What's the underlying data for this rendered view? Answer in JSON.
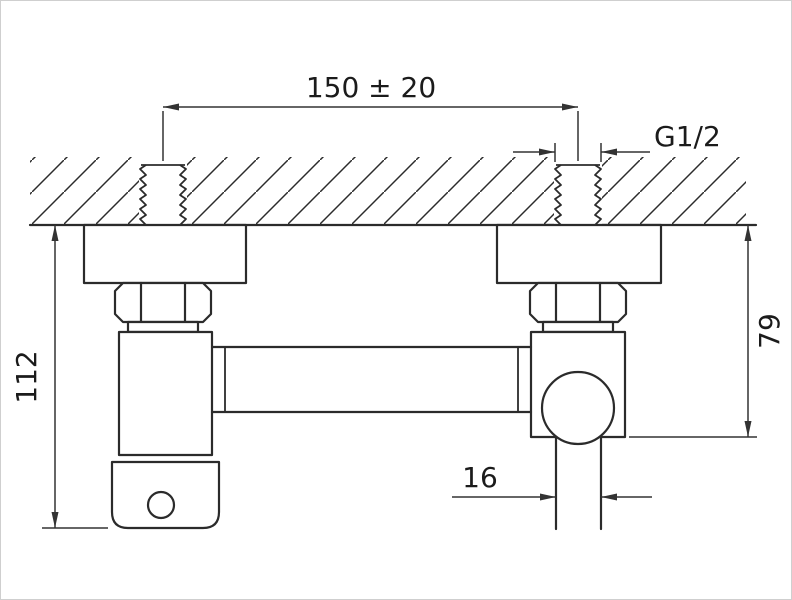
{
  "page": {
    "background": "#ffffff",
    "frame_color": "#cfcfcf",
    "line_color": "#2b2b2b",
    "dimension_line_color": "#333333",
    "text_color": "#1b1b1b"
  },
  "drawing": {
    "kind": "installation-dimension-diagram",
    "labels": {
      "center_distance": "150 ± 20",
      "thread_size": "G1/2",
      "wall_offset_height": "79",
      "total_height": "112",
      "outlet_width": "16"
    }
  }
}
